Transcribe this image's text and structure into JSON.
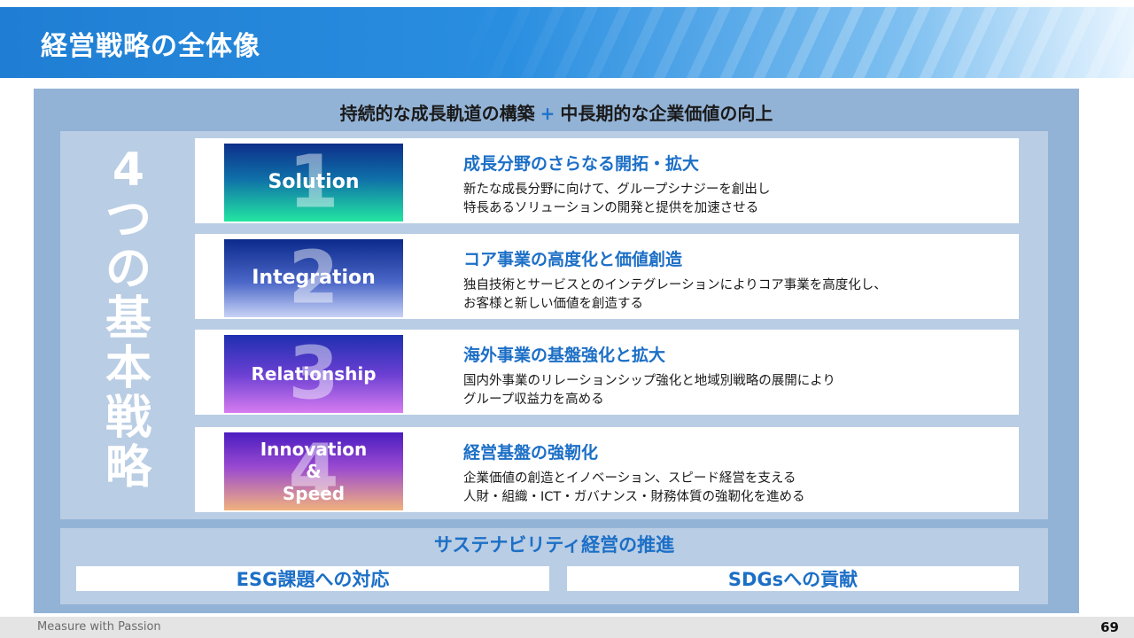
{
  "header": {
    "title": "経営戦略の全体像"
  },
  "frame": {
    "heading_left": "持続的な成長軌道の構築",
    "heading_plus": "+",
    "heading_right": "中長期的な企業価値の向上",
    "vertical_title": [
      "4",
      "つ",
      "の",
      "基",
      "本",
      "戦",
      "略"
    ]
  },
  "strategies": [
    {
      "number": "1",
      "name": "Solution",
      "title": "成長分野のさらなる開拓・拡大",
      "desc_line1": "新たな成長分野に向けて、グループシナジーを創出し",
      "desc_line2": "特長あるソリューションの開発と提供を加速させる"
    },
    {
      "number": "2",
      "name": "Integration",
      "title": "コア事業の高度化と価値創造",
      "desc_line1": "独自技術とサービスとのインテグレーションによりコア事業を高度化し、",
      "desc_line2": "お客様と新しい価値を創造する"
    },
    {
      "number": "3",
      "name": "Relationship",
      "title": "海外事業の基盤強化と拡大",
      "desc_line1": "国内外事業のリレーションシップ強化と地域別戦略の展開により",
      "desc_line2": "グループ収益力を高める"
    },
    {
      "number": "4",
      "name_line1": "Innovation",
      "name_line2": "&",
      "name_line3": "Speed",
      "title": "経営基盤の強靭化",
      "desc_line1": "企業価値の創造とイノベーション、スピード経営を支える",
      "desc_line2": "人財・組織・ICT・ガバナンス・財務体質の強靭化を進める"
    }
  ],
  "sustainability": {
    "title": "サステナビリティ経営の推進",
    "left": "ESG課題への対応",
    "right": "SDGsへの貢献"
  },
  "footer": {
    "brand": "Measure with Passion",
    "page": "69"
  }
}
